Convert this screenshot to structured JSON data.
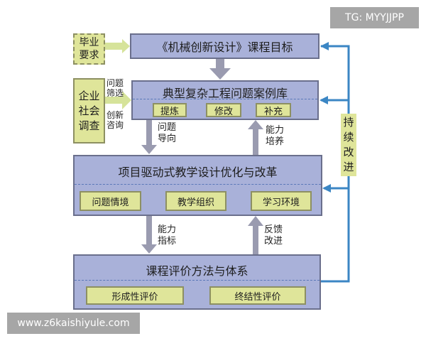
{
  "watermarks": {
    "top_right": "TG: MYYJJPP",
    "bottom_left": "www.z6kaishiyule.com"
  },
  "nodes": {
    "graduation": "毕业\n要求",
    "course_goal": "《机械创新设计》课程目标",
    "enterprise": "企业\n社会\n调查",
    "case_library": {
      "title": "典型复杂工程问题案例库",
      "items": [
        "提炼",
        "修改",
        "补充"
      ]
    },
    "project": {
      "title": "项目驱动式教学设计优化与改革",
      "items": [
        "问题情境",
        "教学组织",
        "学习环境"
      ]
    },
    "evaluation": {
      "title": "课程评价方法与体系",
      "items": [
        "形成性评价",
        "终结性评价"
      ]
    },
    "continuous": "持续改进"
  },
  "edge_labels": {
    "screen": "问题\n筛选",
    "consult": "创新\n咨询",
    "problem_oriented": "问题\n导向",
    "ability_training": "能力\n培养",
    "ability_index": "能力\n指标",
    "feedback": "反馈\n改进"
  },
  "colors": {
    "box_blue": "#a9b1d9",
    "box_green": "#dfe59a",
    "arrow_gray": "#9a9bb0",
    "arrow_blue": "#3b86c4",
    "arrow_green": "#d6e39a"
  }
}
